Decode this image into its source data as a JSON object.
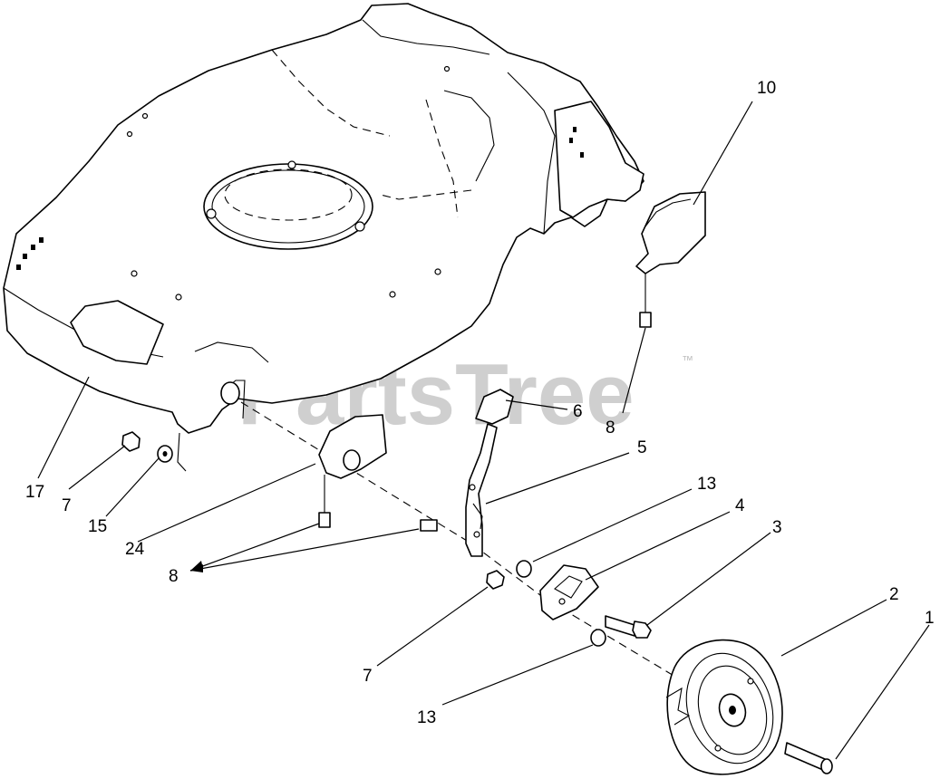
{
  "watermark": {
    "text": "PartsTree",
    "trademark": "™"
  },
  "callouts": {
    "c1": "1",
    "c2": "2",
    "c3": "3",
    "c4": "4",
    "c5": "5",
    "c6": "6",
    "c7a": "7",
    "c7b": "7",
    "c8a": "8",
    "c8b": "8",
    "c10": "10",
    "c13a": "13",
    "c13b": "13",
    "c15": "15",
    "c17": "17",
    "c24": "24"
  },
  "colors": {
    "line": "#000000",
    "background": "#ffffff",
    "watermark": "#cfcfcf"
  }
}
